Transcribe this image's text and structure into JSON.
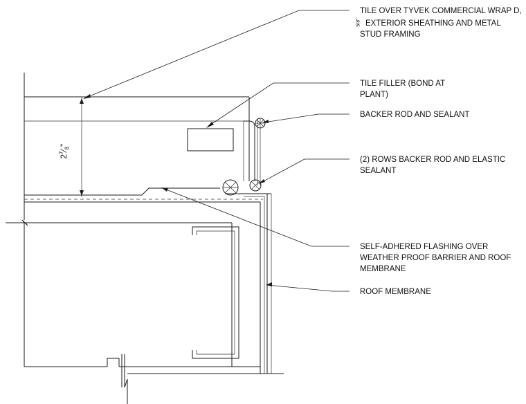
{
  "labels": {
    "tile_wrap_line1": "TILE OVER TYVEK COMMERCIAL WRAP D,",
    "tile_wrap_fraction": "5/8\"",
    "tile_wrap_line2": "EXTERIOR SHEATHING AND METAL",
    "tile_wrap_line3": "STUD FRAMING",
    "tile_filler": "TILE FILLER (BOND AT\nPLANT)",
    "backer_rod": "BACKER ROD AND SEALANT",
    "rows_backer_rod": "(2) ROWS BACKER ROD AND ELASTIC\nSEALANT",
    "flashing": "SELF-ADHERED FLASHING OVER\nWEATHER PROOF BARRIER AND ROOF\nMEMBRANE",
    "roof_membrane": "ROOF MEMBRANE"
  },
  "dimension": {
    "whole": "2",
    "numerator": "7",
    "denominator": "8",
    "unit": "\""
  }
}
